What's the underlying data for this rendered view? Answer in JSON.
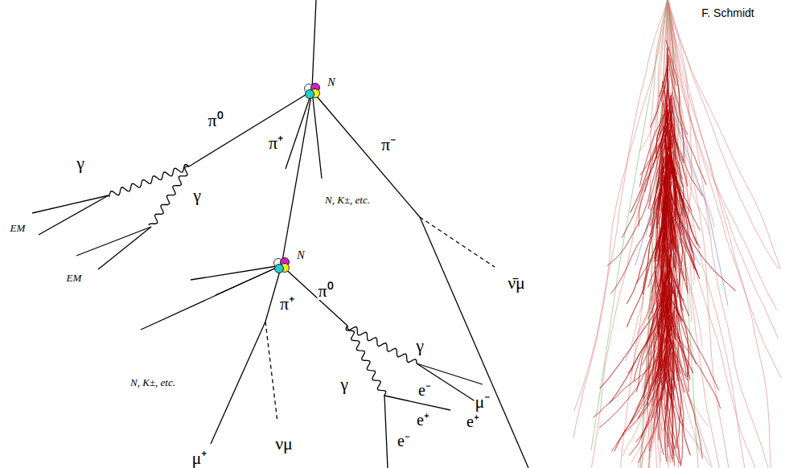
{
  "diagram": {
    "labels": [
      "F. Schmidt",
      "N",
      "π⁰",
      "π⁺",
      "π⁻",
      "γ",
      "γ",
      "EM",
      "EM",
      "N, K±, etc.",
      "ν̄μ",
      "N",
      "π⁰",
      "π⁺",
      "γ",
      "N, K±, etc.",
      "γ",
      "e⁻",
      "μ⁻",
      "e⁺",
      "e⁺",
      "e⁻",
      "μ⁺",
      "νμ"
    ]
  }
}
